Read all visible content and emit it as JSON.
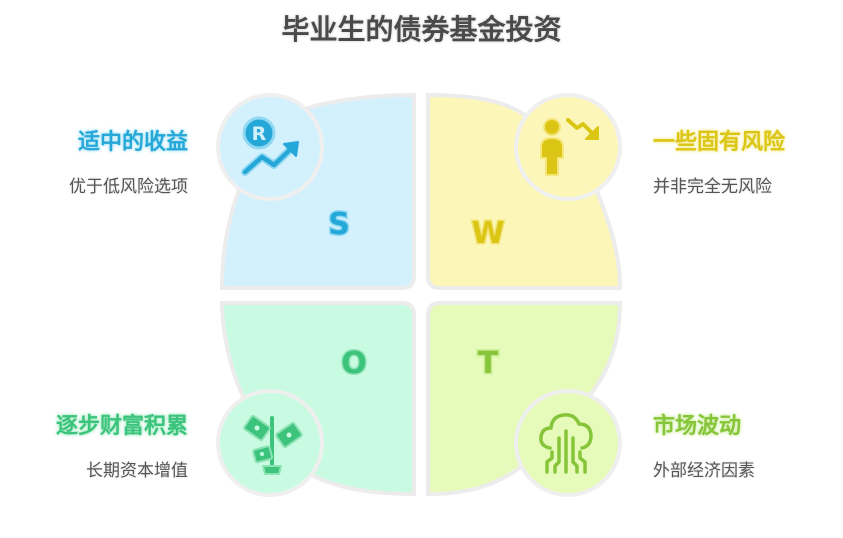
{
  "title": "毕业生的债券基金投资",
  "quadrants": {
    "s": {
      "letter": "S",
      "heading": "适中的收益",
      "description": "优于低风险选项",
      "icon": "rupee-growth-arrow-icon",
      "fill": "#d3f1fd",
      "accent": "#25a8d8"
    },
    "w": {
      "letter": "W",
      "heading": "一些固有风险",
      "description": "并非完全无风险",
      "icon": "person-decline-arrow-icon",
      "fill": "#fdf6b9",
      "accent": "#dcc615"
    },
    "o": {
      "letter": "O",
      "heading": "逐步财富积累",
      "description": "长期资本增值",
      "icon": "money-plant-icon",
      "fill": "#c9fbe2",
      "accent": "#3cc37c"
    },
    "t": {
      "letter": "T",
      "heading": "市场波动",
      "description": "外部经济因素",
      "icon": "cloud-circuit-icon",
      "fill": "#e6fbb9",
      "accent": "#86c43a"
    }
  }
}
